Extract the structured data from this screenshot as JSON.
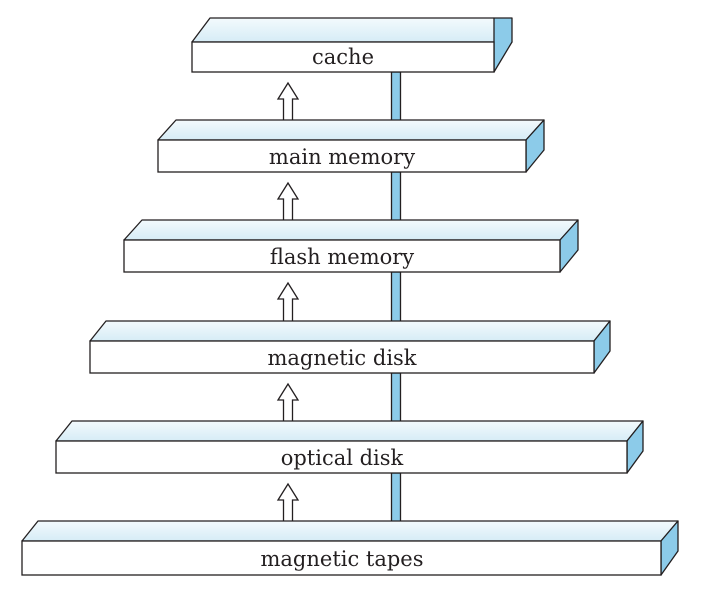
{
  "diagram": {
    "levels": [
      {
        "id": "cache",
        "label": "cache"
      },
      {
        "id": "main-memory",
        "label": "main memory"
      },
      {
        "id": "flash-memory",
        "label": "flash memory"
      },
      {
        "id": "magnetic-disk",
        "label": "magnetic disk"
      },
      {
        "id": "optical-disk",
        "label": "optical disk"
      },
      {
        "id": "magnetic-tapes",
        "label": "magnetic tapes"
      }
    ],
    "colors": {
      "top_face": "#d6ecf6",
      "top_face_light": "#f3fafd",
      "side_face": "#8ccbe9",
      "front_face": "#ffffff",
      "outline": "#231f20",
      "down_arrow_fill": "#8ccbe9",
      "up_arrow_fill": "#ffffff"
    },
    "arrows": {
      "up": "white-outlined-up-arrow",
      "down": "blue-filled-down-arrow"
    }
  }
}
